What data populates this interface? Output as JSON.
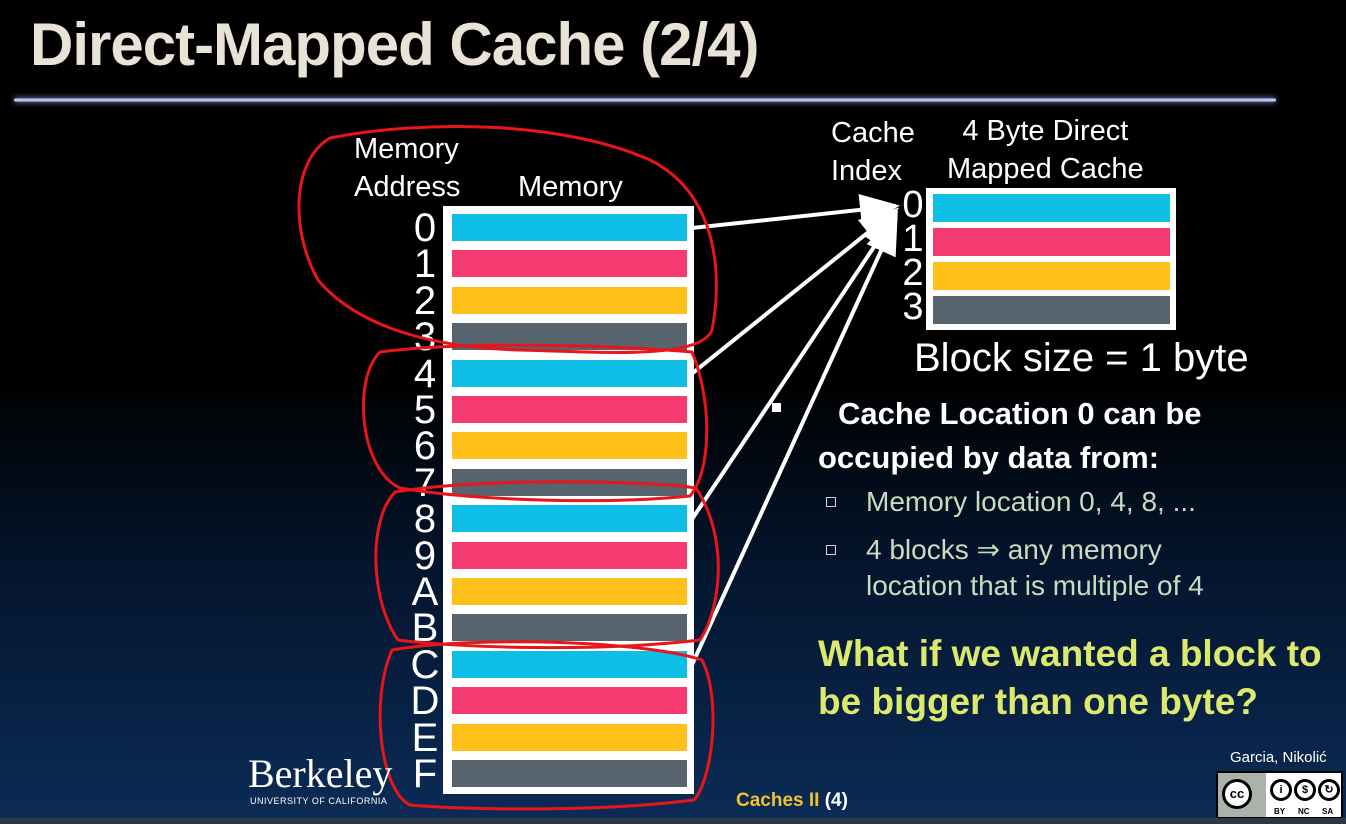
{
  "title": "Direct-Mapped Cache (2/4)",
  "diagram": {
    "memory_address_label": "Memory Address",
    "memory_label": "Memory",
    "cache_index_label": "Cache Index",
    "cache_label": "4 Byte Direct Mapped Cache",
    "addresses": [
      "0",
      "1",
      "2",
      "3",
      "4",
      "5",
      "6",
      "7",
      "8",
      "9",
      "A",
      "B",
      "C",
      "D",
      "E",
      "F"
    ],
    "cache_indices": [
      "0",
      "1",
      "2",
      "3"
    ],
    "block_colors": [
      "#0ebee4",
      "#f43a70",
      "#fdc119",
      "#57636d"
    ],
    "annotation_color": "#e8151b",
    "arrow_color": "#ffffff",
    "block_size": "Block size = 1 byte"
  },
  "bullets": {
    "main": "Cache Location 0 can be occupied by data from:",
    "sub": [
      "Memory location 0, 4, 8, ...",
      "4 blocks ⇒ any memory location that is multiple of 4"
    ]
  },
  "question": "What if we wanted a block to be bigger than one byte?",
  "footer": {
    "logo": "Berkeley",
    "logo_sub": "UNIVERSITY OF CALIFORNIA",
    "topic": "Caches II",
    "slide_number": "(4)",
    "credit": "Garcia, Nikolić",
    "license_tags": [
      "BY",
      "NC",
      "SA"
    ]
  }
}
